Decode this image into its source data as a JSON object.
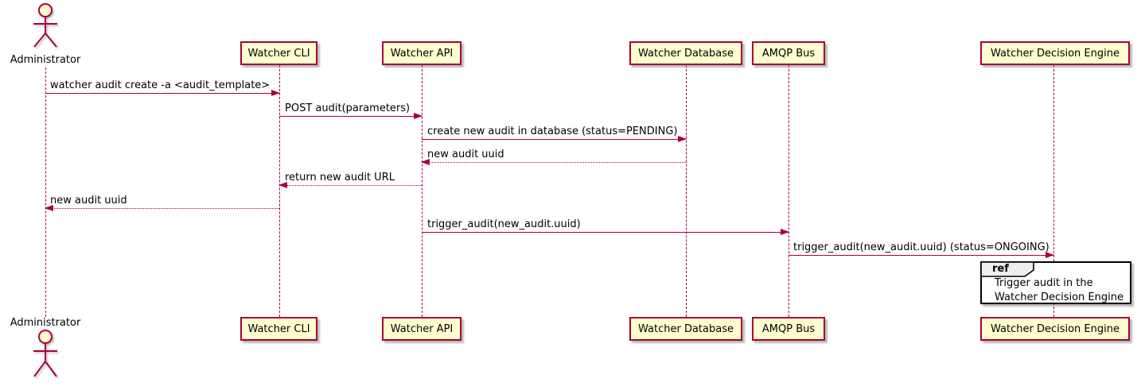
{
  "diagram": {
    "type": "sequence-diagram",
    "participants": [
      {
        "id": "administrator",
        "name": "Administrator",
        "kind": "actor"
      },
      {
        "id": "watcher-cli",
        "name": "Watcher CLI",
        "kind": "participant"
      },
      {
        "id": "watcher-api",
        "name": "Watcher API",
        "kind": "participant"
      },
      {
        "id": "watcher-database",
        "name": "Watcher Database",
        "kind": "participant"
      },
      {
        "id": "amqp-bus",
        "name": "AMQP Bus",
        "kind": "participant"
      },
      {
        "id": "watcher-decision-engine",
        "name": "Watcher Decision Engine",
        "kind": "participant"
      }
    ],
    "messages": [
      {
        "from": "Administrator",
        "to": "Watcher CLI",
        "style": "solid",
        "text": "watcher audit create -a <audit_template>"
      },
      {
        "from": "Watcher CLI",
        "to": "Watcher API",
        "style": "solid",
        "text": "POST audit(parameters)"
      },
      {
        "from": "Watcher API",
        "to": "Watcher Database",
        "style": "solid",
        "text": "create new audit in database (status=PENDING)"
      },
      {
        "from": "Watcher Database",
        "to": "Watcher API",
        "style": "dotted",
        "text": "new audit uuid"
      },
      {
        "from": "Watcher API",
        "to": "Watcher CLI",
        "style": "dotted",
        "text": "return new audit URL"
      },
      {
        "from": "Watcher CLI",
        "to": "Administrator",
        "style": "dotted",
        "text": "new audit uuid"
      },
      {
        "from": "Watcher API",
        "to": "AMQP Bus",
        "style": "solid",
        "text": "trigger_audit(new_audit.uuid)"
      },
      {
        "from": "AMQP Bus",
        "to": "Watcher Decision Engine",
        "style": "solid",
        "text": "trigger_audit(new_audit.uuid) (status=ONGOING)"
      }
    ],
    "ref_fragment": {
      "keyword": "ref",
      "lines": [
        "Trigger audit in the",
        "Watcher Decision Engine"
      ]
    },
    "colors": {
      "participant_fill": "#FEFECE",
      "border": "#A80036",
      "arrow": "#A80036",
      "text": "#000000",
      "ref_header_fill": "#EEEEEE",
      "ref_border": "#000000"
    }
  }
}
